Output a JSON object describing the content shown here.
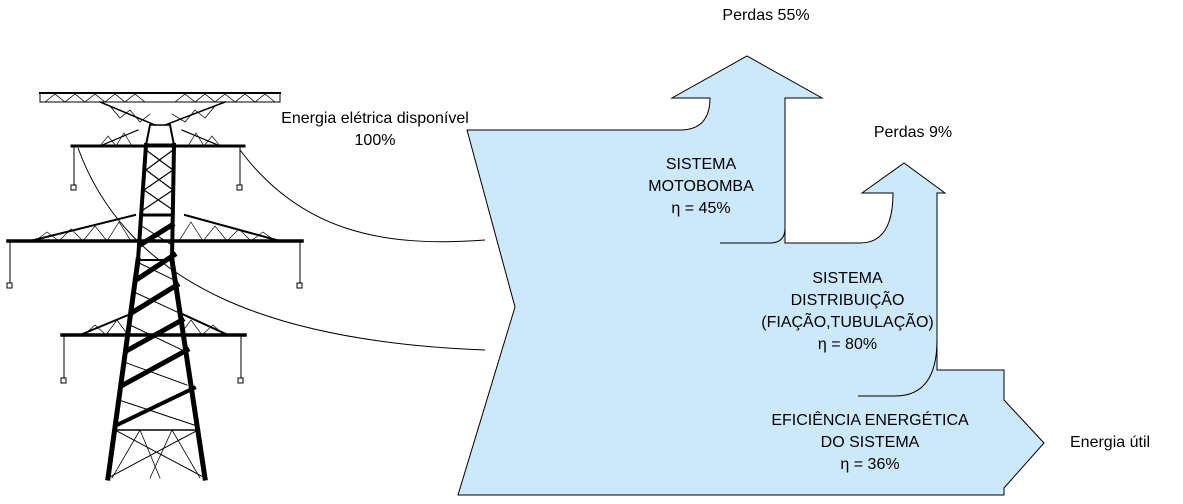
{
  "source": {
    "line1": "Energia elétrica disponível",
    "line2": "100%"
  },
  "losses": [
    {
      "label": "Perdas 55%"
    },
    {
      "label": "Perdas 9%"
    }
  ],
  "stages": {
    "motor": {
      "line1": "SISTEMA",
      "line2": "MOTOBOMBA",
      "eta": "η = 45%"
    },
    "distribution": {
      "line1": "SISTEMA",
      "line2": "DISTRIBUIÇÃO",
      "line3": "(FIAÇÃO,TUBULAÇÃO)",
      "eta": "η = 80%"
    },
    "overall": {
      "line1": "EFICIÊNCIA ENERGÉTICA",
      "line2": "DO SISTEMA",
      "eta": "η = 36%"
    }
  },
  "output": {
    "label": "Energia útil"
  },
  "colors": {
    "flow_fill": "#cce8fb",
    "stroke": "#000000"
  },
  "icons": {
    "tower": "transmission-tower-icon"
  }
}
